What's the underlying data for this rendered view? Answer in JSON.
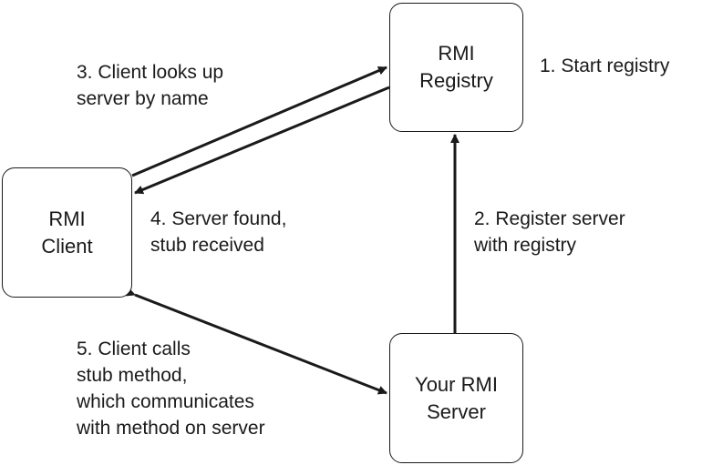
{
  "nodes": {
    "registry": {
      "line1": "RMI",
      "line2": "Registry"
    },
    "client": {
      "line1": "RMI",
      "line2": "Client"
    },
    "server": {
      "line1": "Your RMI",
      "line2": "Server"
    }
  },
  "steps": {
    "step1": {
      "lines": [
        "1. Start registry"
      ]
    },
    "step2": {
      "lines": [
        "2. Register server",
        "with registry"
      ]
    },
    "step3": {
      "lines": [
        "3. Client looks up",
        "server by name"
      ]
    },
    "step4": {
      "lines": [
        "4. Server found,",
        "stub received"
      ]
    },
    "step5": {
      "lines": [
        "5. Client calls",
        "stub method,",
        "which communicates",
        "with method on server"
      ]
    }
  },
  "colors": {
    "stroke": "#1a1a1a",
    "background": "#ffffff"
  }
}
